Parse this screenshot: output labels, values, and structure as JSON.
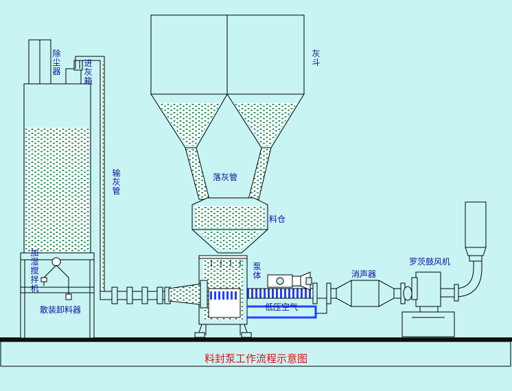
{
  "caption": "料封泵工作流程示意图",
  "labels": {
    "dust_collector": "除尘器",
    "inlet_box": "进灰箱",
    "convey_pipe": "输灰管",
    "ash_hopper": "灰斗",
    "drop_pipe": "落灰管",
    "material_bin": "料仓",
    "pump_body": "泵体",
    "muffler": "消声器",
    "roots_blower": "罗茨鼓风机",
    "low_pressure_air": "低压空气",
    "humid_mixer": "加湿搅拌机",
    "bulk_unloader": "散装卸料器"
  },
  "colors": {
    "background": "#c8f4f4",
    "line": "#000000",
    "label": "#1010a0",
    "caption": "#e01010",
    "material": "#1c8c54",
    "air": "#2040ff"
  }
}
